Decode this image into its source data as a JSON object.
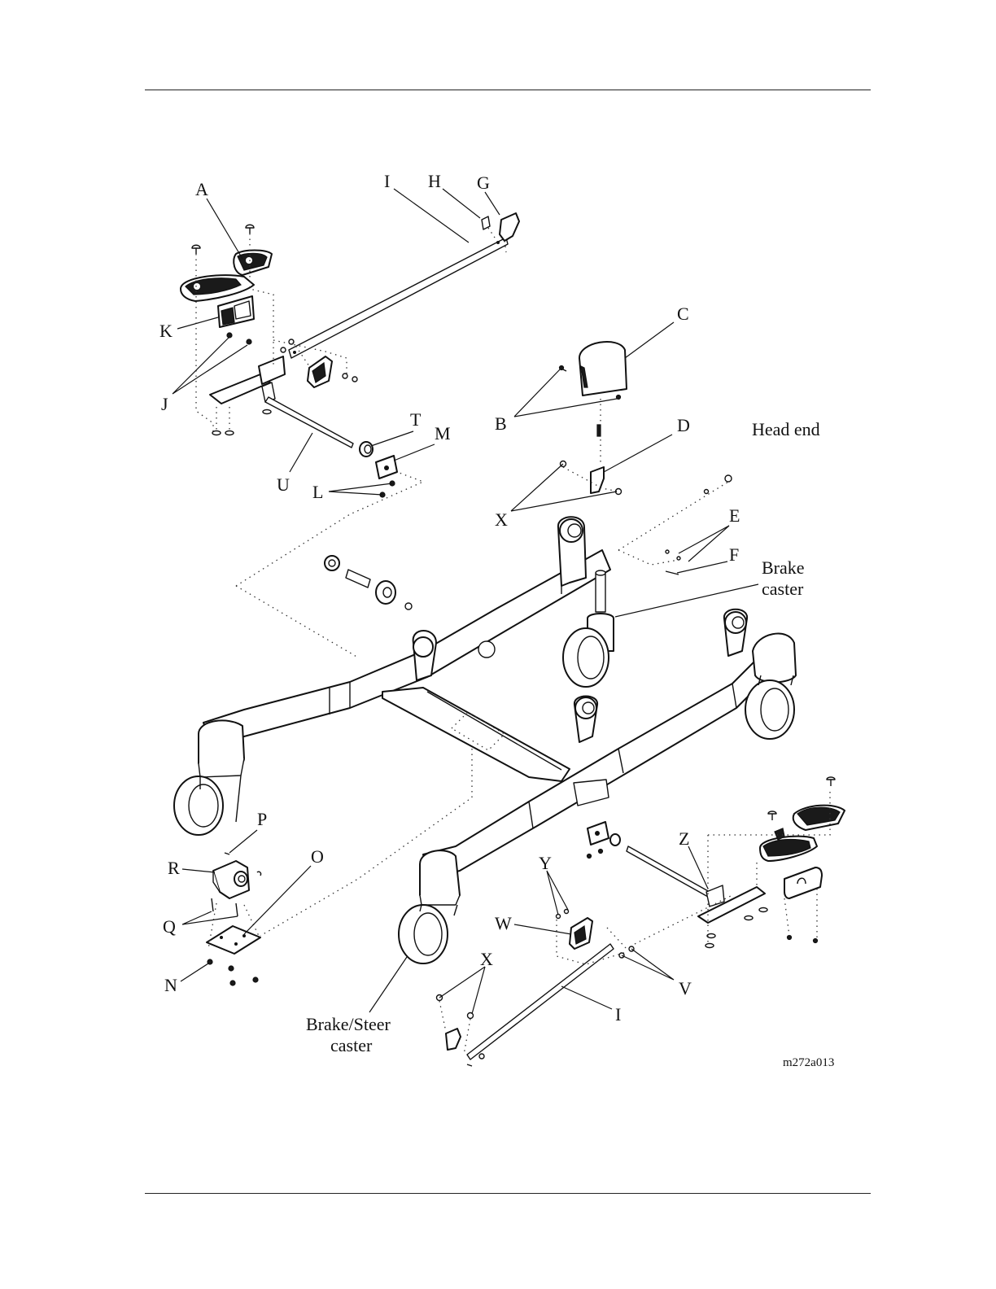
{
  "labels": {
    "A": "A",
    "B": "B",
    "C": "C",
    "D": "D",
    "E": "E",
    "F": "F",
    "G": "G",
    "H": "H",
    "I_top": "I",
    "I_bottom": "I",
    "J": "J",
    "K": "K",
    "L": "L",
    "M": "M",
    "N": "N",
    "O": "O",
    "P": "P",
    "Q": "Q",
    "R": "R",
    "T": "T",
    "U": "U",
    "V": "V",
    "W": "W",
    "X_top": "X",
    "X_bottom": "X",
    "Y": "Y",
    "Z": "Z"
  },
  "callouts": {
    "head_end": "Head end",
    "brake_caster_1": "Brake",
    "brake_caster_2": "caster",
    "brake_steer_1": "Brake/Steer",
    "brake_steer_2": "caster"
  },
  "figure_id": "m272a013",
  "colors": {
    "line": "#111111",
    "background": "#ffffff",
    "pedal_pad": "#1a1a1a"
  }
}
